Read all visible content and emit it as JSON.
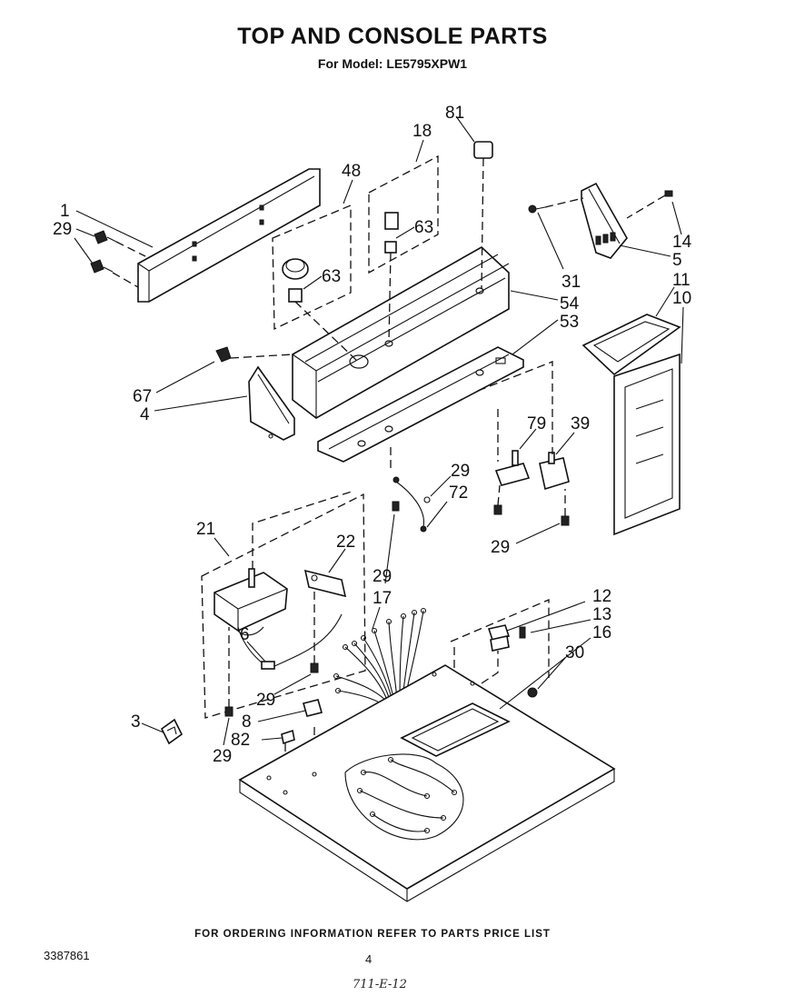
{
  "title": "TOP AND CONSOLE PARTS",
  "subtitle": "For Model: LE5795XPW1",
  "footer": "FOR ORDERING INFORMATION REFER TO PARTS PRICE LIST",
  "doc_number": "3387861",
  "page_number": "4",
  "handwritten_note": "711-E-12",
  "callouts": {
    "c1": "1",
    "c29a": "29",
    "c48": "48",
    "c63a": "63",
    "c18": "18",
    "c63b": "63",
    "c81": "81",
    "c14": "14",
    "c5": "5",
    "c31": "31",
    "c54": "54",
    "c53": "53",
    "c11": "11",
    "c10": "10",
    "c67": "67",
    "c4": "4",
    "c79": "79",
    "c39": "39",
    "c29b": "29",
    "c72": "72",
    "c29c": "29",
    "c21": "21",
    "c22": "22",
    "c29d": "29",
    "c17": "17",
    "c12": "12",
    "c13": "13",
    "c16": "16",
    "c30": "30",
    "c6": "6",
    "c29e": "29",
    "c3": "3",
    "c8": "8",
    "c82": "82",
    "c29f": "29"
  }
}
